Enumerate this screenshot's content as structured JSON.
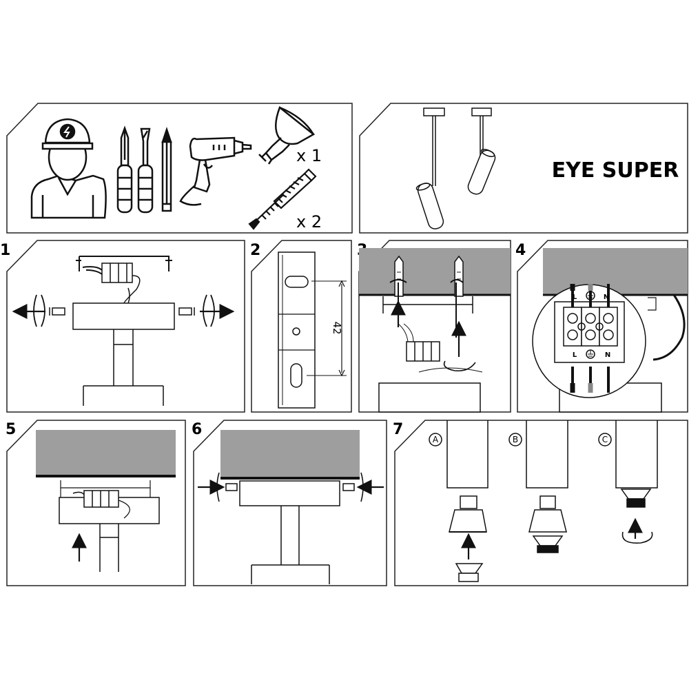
{
  "product": {
    "title": "EYE SUPER"
  },
  "tools": {
    "bulb_qty": "x 1",
    "dowel_qty": "x 2"
  },
  "steps": [
    "1",
    "2",
    "3",
    "4",
    "5",
    "6",
    "7"
  ],
  "step2": {
    "dimension": "42"
  },
  "step4": {
    "live": "L",
    "neutral": "N"
  },
  "step7": {
    "variants": [
      "A",
      "B",
      "C"
    ]
  },
  "colors": {
    "line": "#1a1a1a",
    "ceiling": "#9e9e9e",
    "panel_border": "#222222"
  }
}
